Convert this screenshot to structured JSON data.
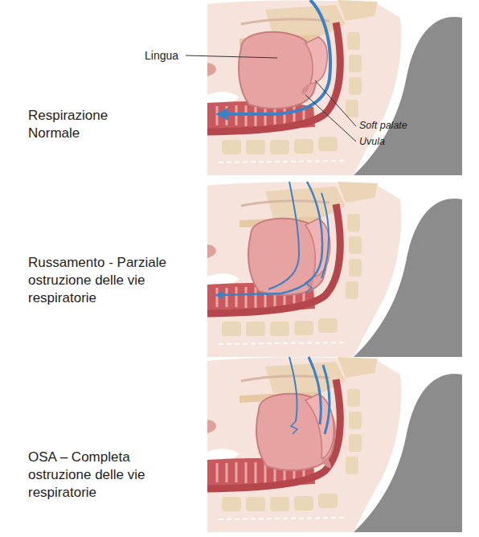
{
  "diagram": {
    "labels": [
      "Lingua",
      "Respirazione Normale",
      "Soft palate",
      "Uvula",
      "Russamento - Parziale ostruzione delle vie respiratorie",
      "OSA – Completa ostruzione delle vie respiratorie"
    ]
  }
}
